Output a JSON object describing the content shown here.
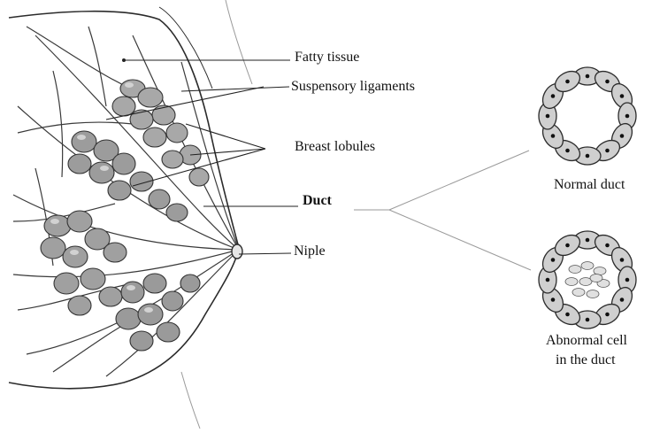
{
  "labels": {
    "fatty_tissue": "Fatty tissue",
    "suspensory_ligaments": "Suspensory ligaments",
    "breast_lobules": "Breast lobules",
    "duct": "Duct",
    "niple": "Niple",
    "normal_duct": "Normal duct",
    "abnormal_line1": "Abnormal  cell",
    "abnormal_line2": "in the duct"
  },
  "colors": {
    "outline": "#2b2b2b",
    "lobule_fill": "#9c9c9c",
    "lobule_light": "#c8c8c8",
    "cell_fill": "#cfcfcf",
    "leader_line": "#222222",
    "connector_line": "#9a9a9a"
  }
}
